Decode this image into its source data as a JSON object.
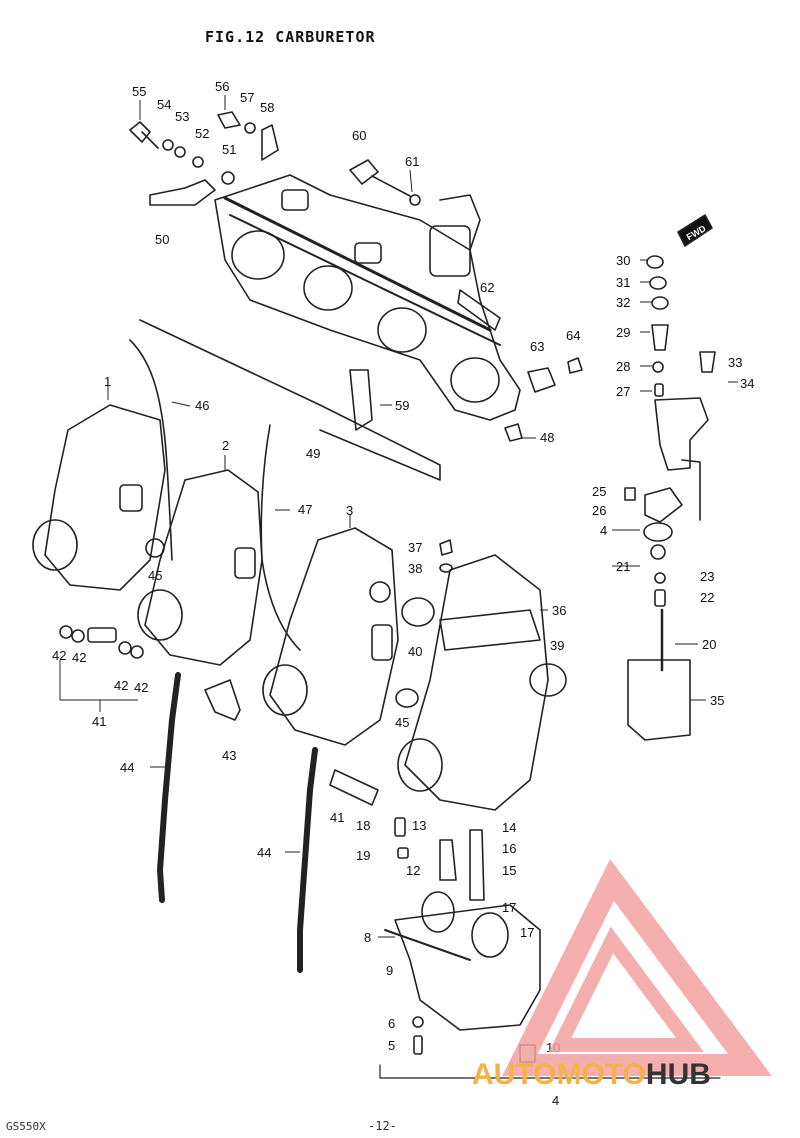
{
  "figure": {
    "title": "FIG.12  CARBURETOR",
    "footer_model": "GS550X",
    "footer_page": "-12-"
  },
  "callouts": [
    {
      "id": "55",
      "text": "55"
    },
    {
      "id": "54",
      "text": "54"
    },
    {
      "id": "53",
      "text": "53"
    },
    {
      "id": "52",
      "text": "52"
    },
    {
      "id": "56",
      "text": "56"
    },
    {
      "id": "57",
      "text": "57"
    },
    {
      "id": "58",
      "text": "58"
    },
    {
      "id": "51",
      "text": "51"
    },
    {
      "id": "50",
      "text": "50"
    },
    {
      "id": "60",
      "text": "60"
    },
    {
      "id": "61",
      "text": "61"
    },
    {
      "id": "62",
      "text": "62"
    },
    {
      "id": "63",
      "text": "63"
    },
    {
      "id": "64",
      "text": "64"
    },
    {
      "id": "59",
      "text": "59"
    },
    {
      "id": "49",
      "text": "49"
    },
    {
      "id": "48",
      "text": "48"
    },
    {
      "id": "46",
      "text": "46"
    },
    {
      "id": "47",
      "text": "47"
    },
    {
      "id": "1",
      "text": "1"
    },
    {
      "id": "2",
      "text": "2"
    },
    {
      "id": "3",
      "text": "3"
    },
    {
      "id": "45a",
      "text": "45"
    },
    {
      "id": "45b",
      "text": "45"
    },
    {
      "id": "37",
      "text": "37"
    },
    {
      "id": "38",
      "text": "38"
    },
    {
      "id": "36",
      "text": "36"
    },
    {
      "id": "40",
      "text": "40"
    },
    {
      "id": "39",
      "text": "39"
    },
    {
      "id": "42a",
      "text": "42"
    },
    {
      "id": "42b",
      "text": "42"
    },
    {
      "id": "42c",
      "text": "42"
    },
    {
      "id": "42d",
      "text": "42"
    },
    {
      "id": "41a",
      "text": "41"
    },
    {
      "id": "43",
      "text": "43"
    },
    {
      "id": "44a",
      "text": "44"
    },
    {
      "id": "44b",
      "text": "44"
    },
    {
      "id": "41b",
      "text": "41"
    },
    {
      "id": "18",
      "text": "18"
    },
    {
      "id": "19",
      "text": "19"
    },
    {
      "id": "13",
      "text": "13"
    },
    {
      "id": "12",
      "text": "12"
    },
    {
      "id": "14",
      "text": "14"
    },
    {
      "id": "16",
      "text": "16"
    },
    {
      "id": "15",
      "text": "15"
    },
    {
      "id": "17a",
      "text": "17"
    },
    {
      "id": "17b",
      "text": "17"
    },
    {
      "id": "8",
      "text": "8"
    },
    {
      "id": "9",
      "text": "9"
    },
    {
      "id": "6",
      "text": "6"
    },
    {
      "id": "5",
      "text": "5"
    },
    {
      "id": "10",
      "text": "10"
    },
    {
      "id": "4b",
      "text": "4"
    },
    {
      "id": "30",
      "text": "30"
    },
    {
      "id": "31",
      "text": "31"
    },
    {
      "id": "32",
      "text": "32"
    },
    {
      "id": "29",
      "text": "29"
    },
    {
      "id": "28",
      "text": "28"
    },
    {
      "id": "33",
      "text": "33"
    },
    {
      "id": "34",
      "text": "34"
    },
    {
      "id": "27",
      "text": "27"
    },
    {
      "id": "25",
      "text": "25"
    },
    {
      "id": "26",
      "text": "26"
    },
    {
      "id": "4a",
      "text": "4"
    },
    {
      "id": "21",
      "text": "21"
    },
    {
      "id": "23",
      "text": "23"
    },
    {
      "id": "22",
      "text": "22"
    },
    {
      "id": "20",
      "text": "20"
    },
    {
      "id": "35",
      "text": "35"
    }
  ],
  "labels": {
    "fwd": "FWD"
  },
  "watermark": {
    "part1": "AUTOMOTO",
    "part2": "HUB",
    "accent_color": "#f2b24a",
    "logo_color": "#f4a0a0"
  }
}
